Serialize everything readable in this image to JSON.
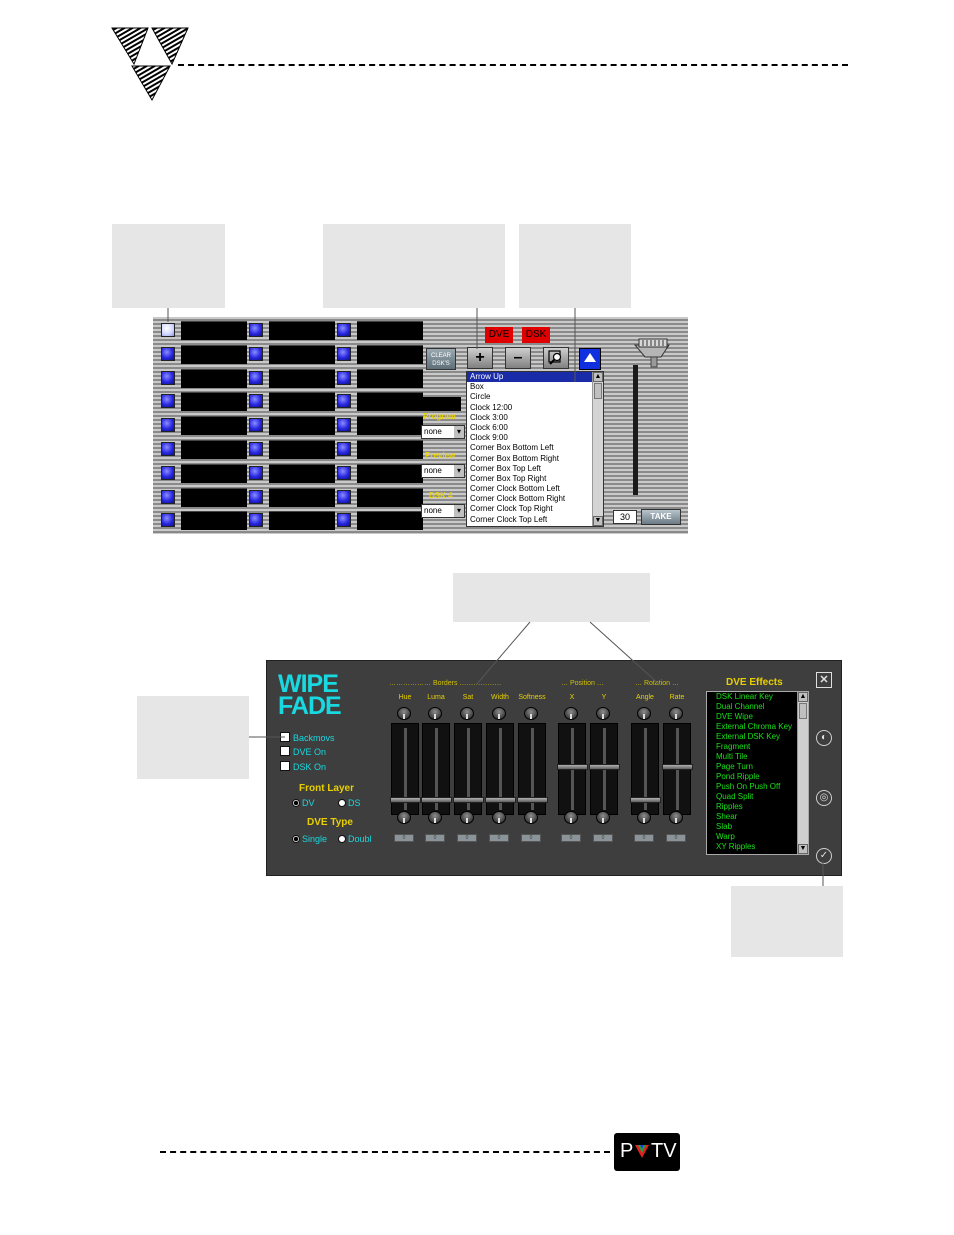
{
  "top_panel": {
    "tags": {
      "dve": "DVE",
      "dsk": "DSK"
    },
    "clear_button": "CLEAR DSK'S",
    "tools": {
      "add": "+",
      "remove": "–"
    },
    "labels": {
      "program": "Program",
      "preview": "Preview",
      "dsk4": "DSK 4"
    },
    "selects": {
      "program": "none",
      "preview": "none",
      "dsk4": "none"
    },
    "wipe_list": [
      "Arrow Up",
      "Box",
      "Circle",
      "Clock 12:00",
      "Clock 3:00",
      "Clock 6:00",
      "Clock 9:00",
      "Corner Box Bottom Left",
      "Corner Box Bottom Right",
      "Corner Box Top Left",
      "Corner Box Top Right",
      "Corner Clock Bottom Left",
      "Corner Clock Bottom Right",
      "Corner Clock Top Right",
      "Corner Clock Top Left"
    ],
    "duration": "30",
    "take_button": "TAKE"
  },
  "dve_panel": {
    "title_line1": "WIPE",
    "title_line2": "FADE",
    "checks": [
      "Backmovs",
      "DVE On",
      "DSK On"
    ],
    "front_layer": {
      "heading": "Front Layer",
      "options": [
        "DV",
        "DS"
      ],
      "selected_index": 0
    },
    "dve_type": {
      "heading": "DVE Type",
      "options": [
        "Single",
        "Doubl"
      ],
      "selected_index": 0
    },
    "groups": {
      "borders": "Borders",
      "position": "Position",
      "rotation": "Rotation"
    },
    "columns": [
      "Hue",
      "Luma",
      "Sat",
      "Width",
      "Softness",
      "X",
      "Y",
      "Angle",
      "Rate"
    ],
    "slider_levels": [
      0.09,
      0.09,
      0.09,
      0.09,
      0.09,
      0.5,
      0.5,
      0.09,
      0.5
    ],
    "values": [
      "0",
      "0",
      "0",
      "0",
      "0",
      "0",
      "0",
      "0",
      "0"
    ],
    "effects_heading": "DVE Effects",
    "effects": [
      "DSK Linear Key",
      "Dual Channel",
      "DVE Wipe",
      "External Chroma Key",
      "External DSK Key",
      "Fragment",
      "Multi Tile",
      "Page Turn",
      "Pond Ripple",
      "Push On Push Off",
      "Quad Split",
      "Ripples",
      "Shear",
      "Slab",
      "Warp",
      "XY Ripples"
    ]
  },
  "footer": {
    "logo_text": "PVTV"
  },
  "colors": {
    "accent_cyan": "#18d8e0",
    "label_yellow": "#e8d000",
    "effects_green": "#18e018",
    "tag_red": "#e00000"
  }
}
